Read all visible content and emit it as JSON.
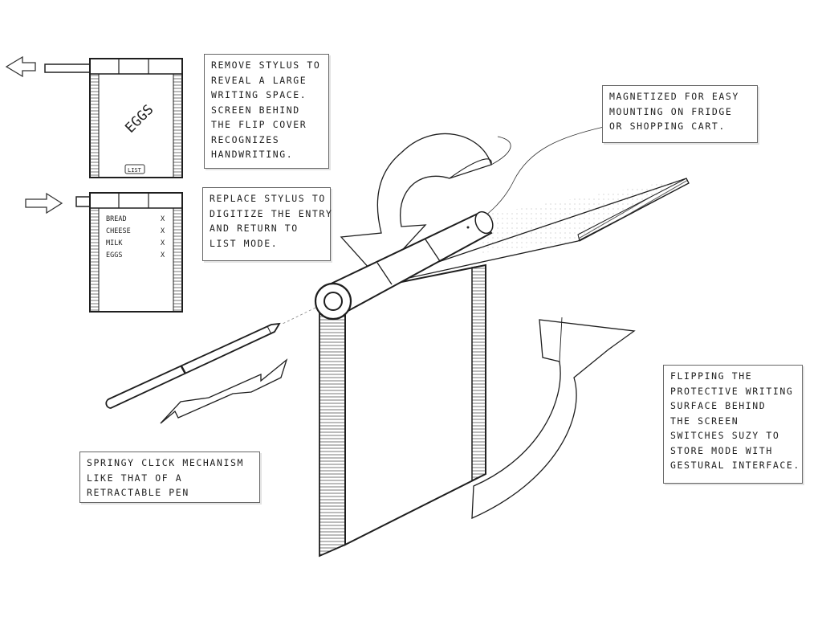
{
  "notes": {
    "remove_stylus": [
      "REMOVE STYLUS TO",
      "REVEAL A LARGE",
      "WRITING SPACE.",
      "SCREEN BEHIND",
      "THE FLIP COVER",
      "RECOGNIZES",
      "HANDWRITING."
    ],
    "replace_stylus": [
      "REPLACE STYLUS TO",
      "DIGITIZE THE ENTRY",
      "AND RETURN TO",
      "LIST MODE."
    ],
    "magnetized": [
      "MAGNETIZED FOR EASY",
      "MOUNTING ON FRIDGE",
      "OR SHOPPING CART."
    ],
    "springy": [
      "SPRINGY CLICK MECHANISM",
      "LIKE THAT OF A",
      "RETRACTABLE PEN"
    ],
    "flipping": [
      "FLIPPING THE",
      "PROTECTIVE WRITING",
      "SURFACE BEHIND",
      "THE SCREEN",
      "SWITCHES SUZY TO",
      "STORE MODE WITH",
      "GESTURAL INTERFACE."
    ]
  },
  "device_top": {
    "handwriting": "EGGS",
    "button_label": "LIST"
  },
  "device_bottom": {
    "list": [
      {
        "item": "BREAD",
        "mark": "X"
      },
      {
        "item": "CHEESE",
        "mark": "X"
      },
      {
        "item": "MILK",
        "mark": "X"
      },
      {
        "item": "EGGS",
        "mark": "X"
      }
    ]
  },
  "colors": {
    "ink": "#1e1e1e",
    "paper": "#ffffff",
    "border": "#666666"
  }
}
